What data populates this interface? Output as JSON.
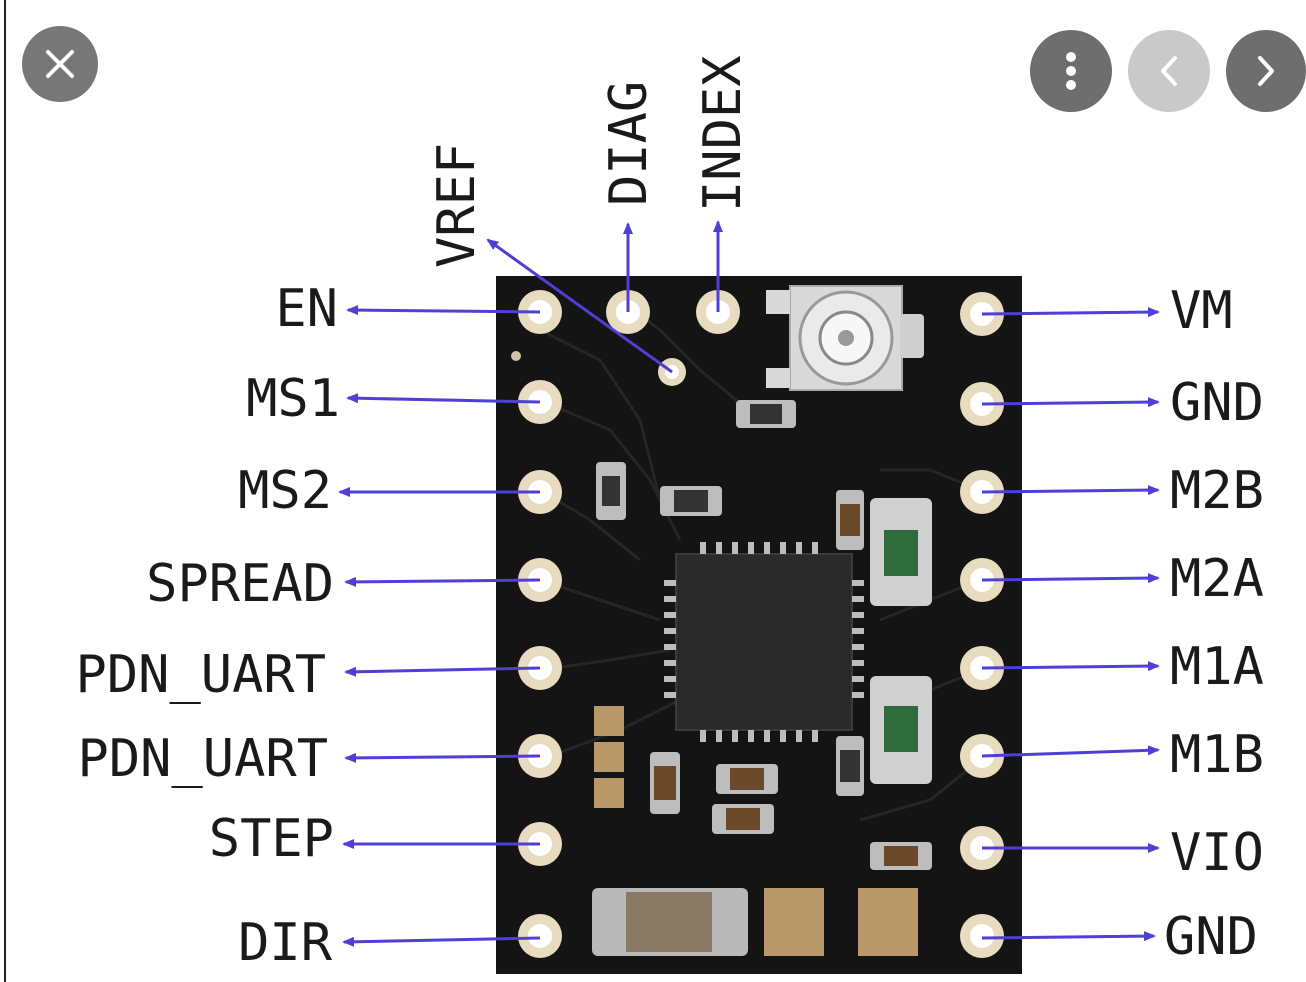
{
  "viewer": {
    "controls": {
      "close_icon": "close-icon",
      "more_icon": "more-vertical-icon",
      "prev_icon": "chevron-left-icon",
      "next_icon": "chevron-right-icon"
    }
  },
  "diagram": {
    "board_colors": {
      "pcb": "#141414",
      "pad": "#e8dcc0",
      "arrow": "#4f3fd6",
      "text": "#1a1a1a"
    },
    "top_labels": {
      "vref": "VREF",
      "diag": "DIAG",
      "index": "INDEX"
    },
    "left_labels": {
      "en": "EN",
      "ms1": "MS1",
      "ms2": "MS2",
      "spread": "SPREAD",
      "pdn_uart_1": "PDN_UART",
      "pdn_uart_2": "PDN_UART",
      "step": "STEP",
      "dir": "DIR"
    },
    "right_labels": {
      "vm": "VM",
      "gnd_1": "GND",
      "m2b": "M2B",
      "m2a": "M2A",
      "m1a": "M1A",
      "m1b": "M1B",
      "vio": "VIO",
      "gnd_2": "GND"
    }
  }
}
